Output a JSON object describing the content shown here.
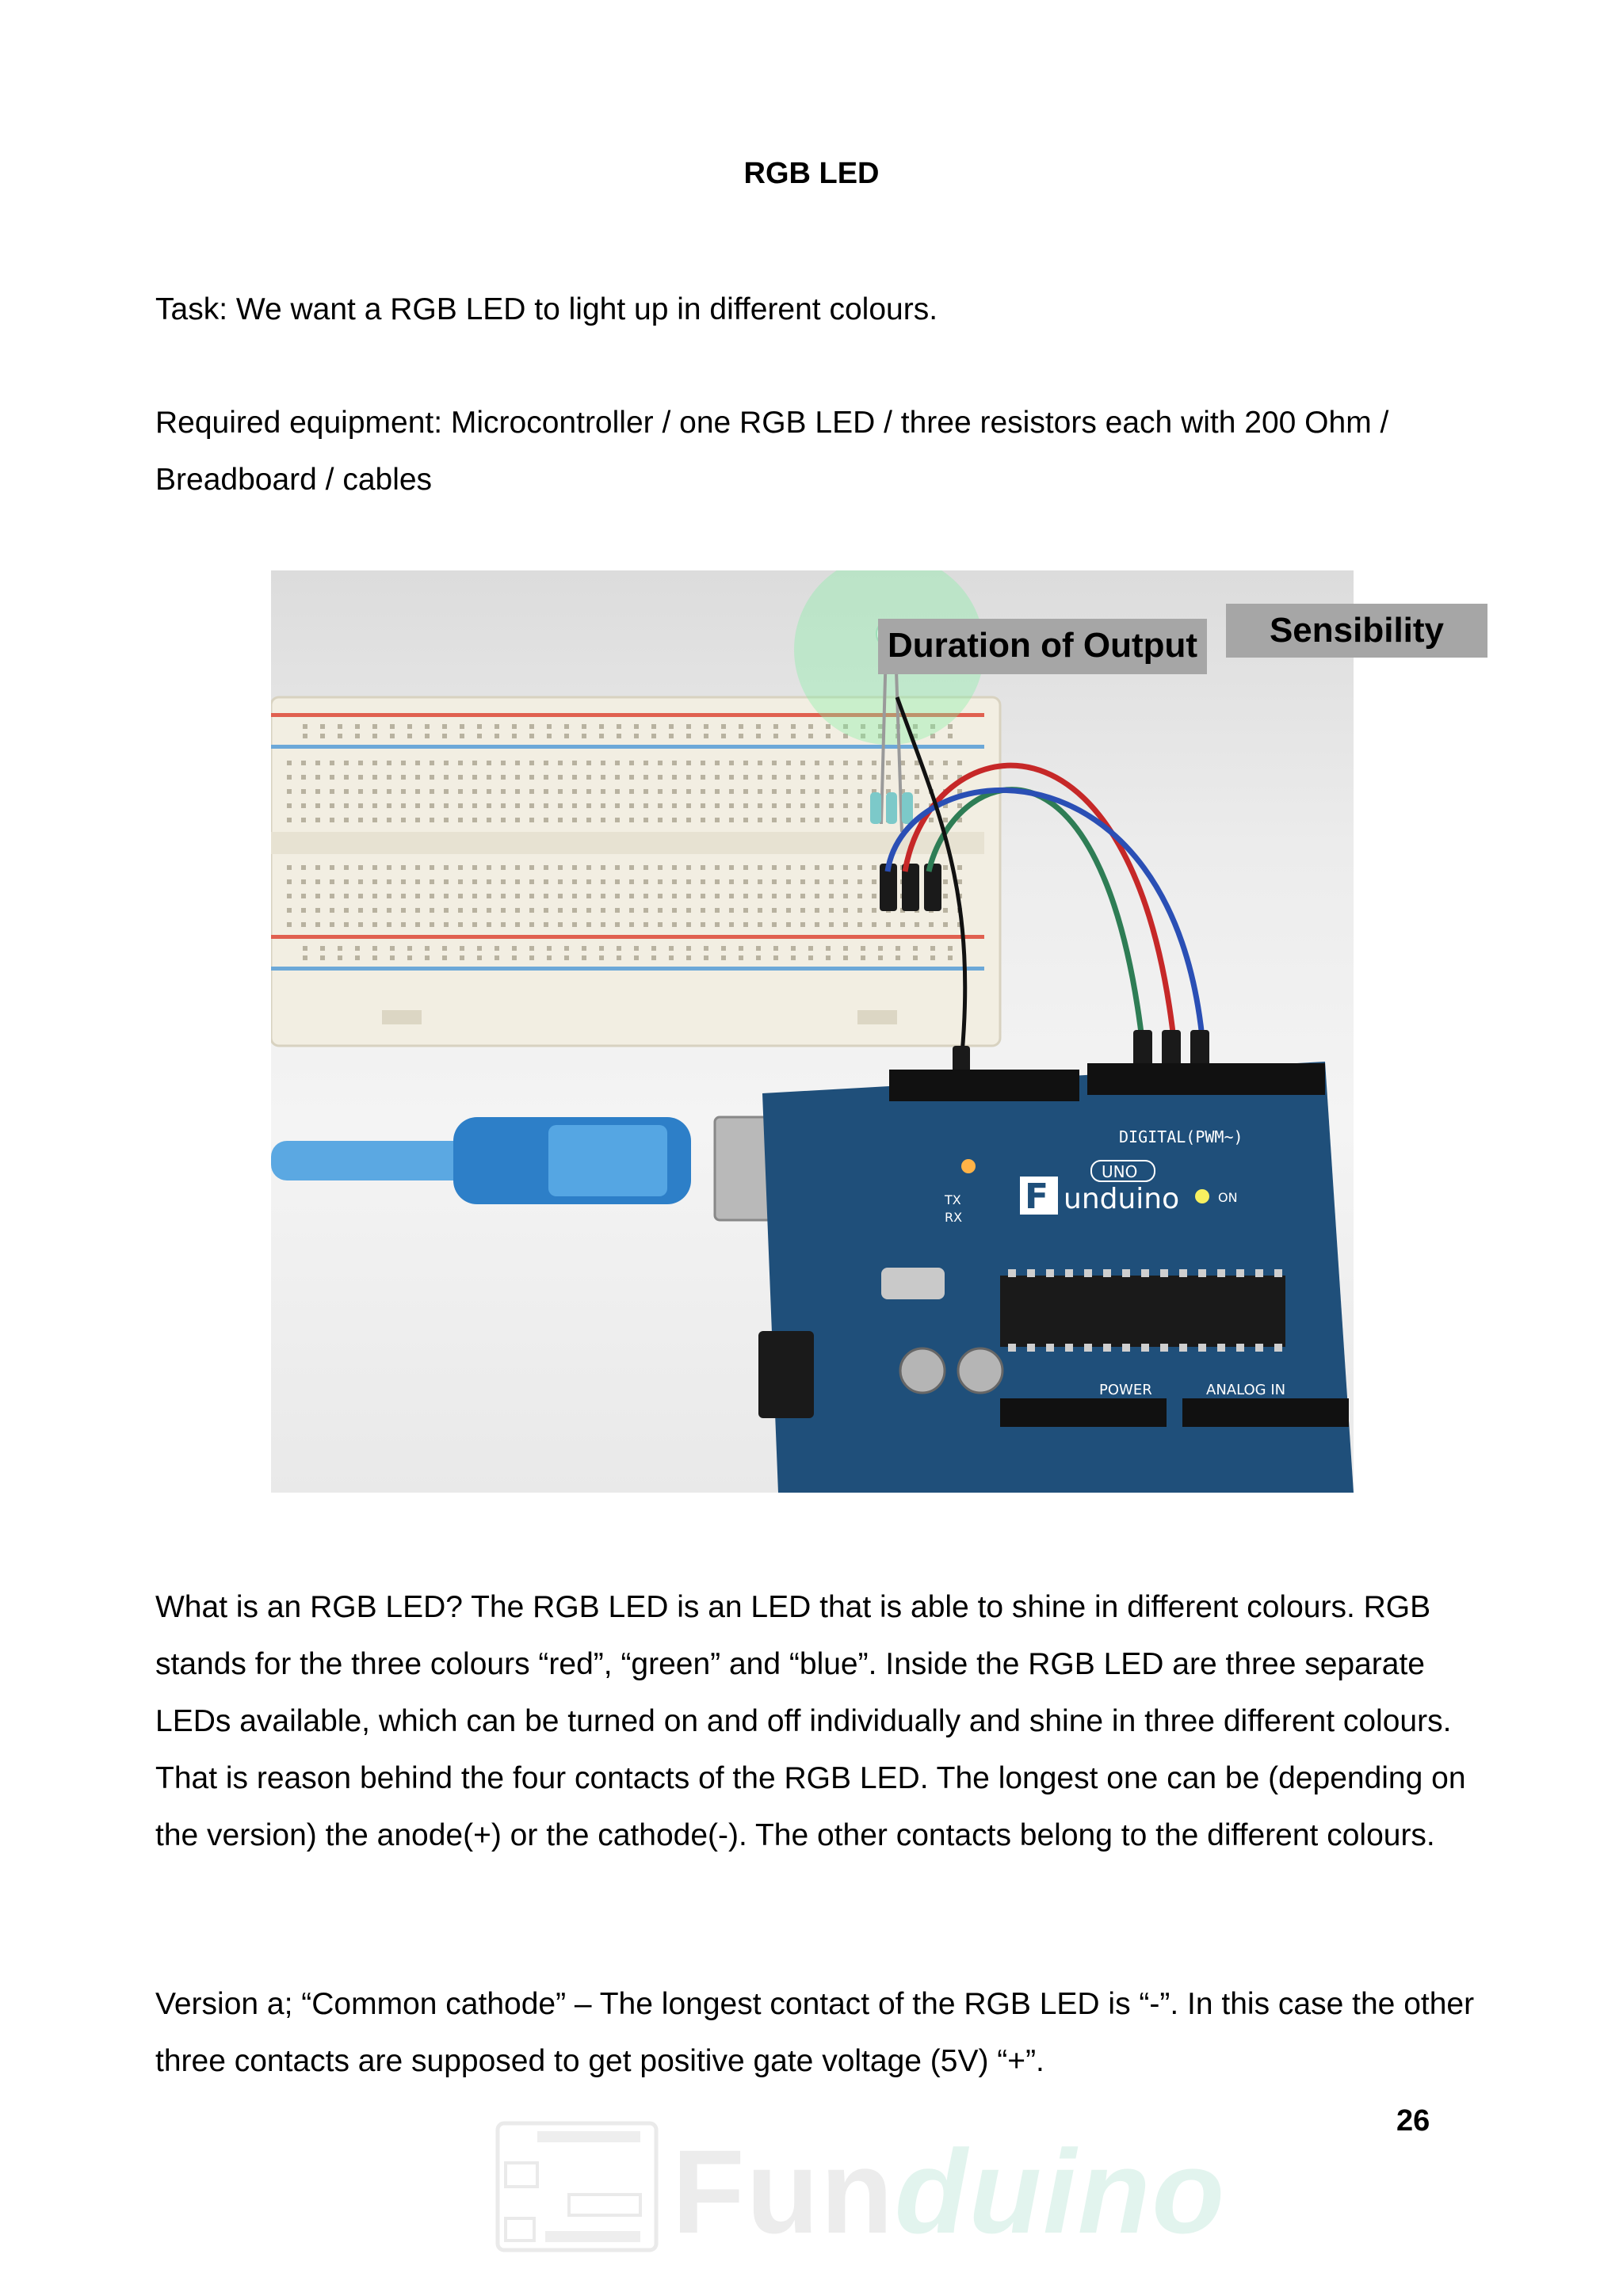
{
  "title": "RGB LED",
  "task": "Task: We want a RGB LED to light up in different colours.",
  "equipment": "Required equipment: Microcontroller / one RGB LED / three resistors each with 200 Ohm / Breadboard / cables",
  "figure": {
    "label_duration": "Duration of Output",
    "label_sensibility": "Sensibility",
    "board_brand": "unduino",
    "board_model": "UNO",
    "header_label": "DIGITAL(PWM~)",
    "power_label": "POWER",
    "analog_label": "ANALOG IN",
    "on_label": "ON",
    "tx_label": "TX",
    "rx_label": "RX",
    "colors": {
      "wire_red": "#c62828",
      "wire_green": "#2e7d55",
      "wire_blue": "#2a4fb5",
      "board": "#1f4f7a",
      "cable": "#4aa0e0"
    }
  },
  "what_is": "What is an RGB LED?  The RGB LED is an LED that is able to shine in different colours. RGB stands for the three colours “red”, “green” and “blue”. Inside the RGB LED are three separate LEDs available, which can be turned on and off individually and shine in three different colours. That is reason behind the four contacts of the RGB LED. The longest one can be (depending on the version) the anode(+) or the cathode(-). The other contacts belong to the different colours.",
  "version_a": "Version a; “Common cathode” – The longest contact of the RGB LED is “-”. In this case the other three contacts are supposed to get positive gate voltage (5V)  “+”.",
  "page_number": "26",
  "watermark": {
    "fun": "Fun",
    "duino": "duino"
  }
}
